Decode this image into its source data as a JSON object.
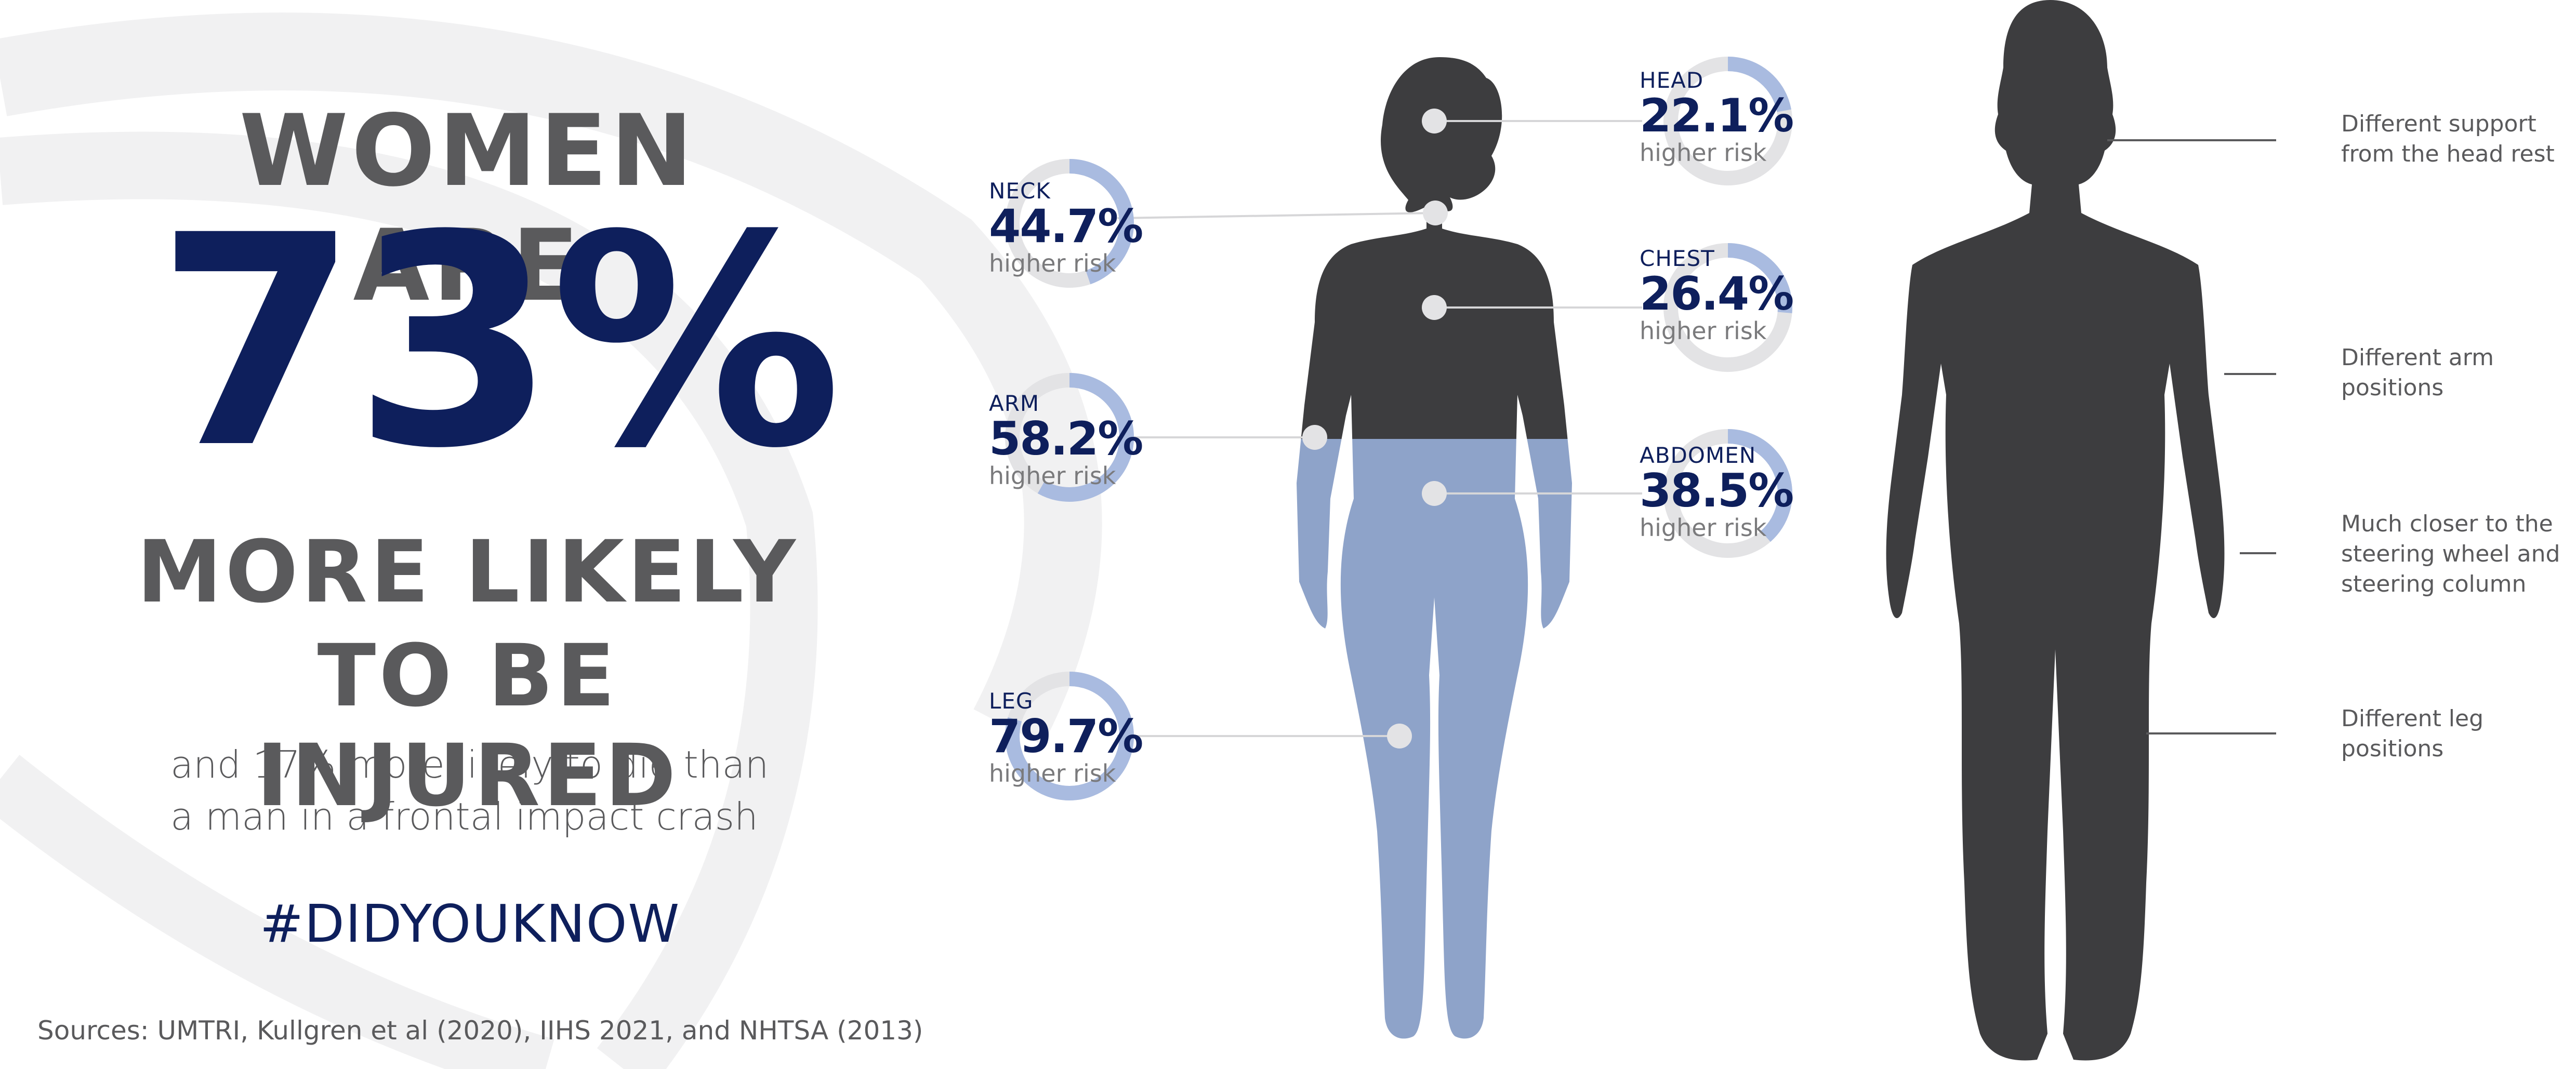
{
  "headline": {
    "line1": "WOMEN ARE",
    "big": "73%",
    "line3": "MORE LIKELY",
    "line4": "TO BE INJURED"
  },
  "subtitle": {
    "line1": "and 17% more likely to die than",
    "line2": "a man in a frontal impact crash"
  },
  "hashtag": "#DIDYOUKNOW",
  "sources": "Sources: UMTRI, Kullgren et al (2020), IIHS 2021, and NHTSA (2013)",
  "body_stats": [
    {
      "label": "HEAD",
      "value": "22.1%",
      "risk": "higher risk",
      "fraction": 0.221
    },
    {
      "label": "NECK",
      "value": "44.7%",
      "risk": "higher risk",
      "fraction": 0.447
    },
    {
      "label": "CHEST",
      "value": "26.4%",
      "risk": "higher risk",
      "fraction": 0.264
    },
    {
      "label": "ARM",
      "value": "58.2%",
      "risk": "higher risk",
      "fraction": 0.582
    },
    {
      "label": "ABDOMEN",
      "value": "38.5%",
      "risk": "higher risk",
      "fraction": 0.385
    },
    {
      "label": "LEG",
      "value": "79.7%",
      "risk": "higher risk",
      "fraction": 0.797
    }
  ],
  "male_notes": [
    {
      "line1": "Different support",
      "line2": "from the head rest"
    },
    {
      "line1": "Different arm",
      "line2": "positions"
    },
    {
      "line1": "Much closer to the",
      "line2": "steering wheel and",
      "line3": "steering column"
    },
    {
      "line1": "Different leg",
      "line2": "positions"
    }
  ],
  "colors": {
    "navy": "#0e1f5c",
    "gray_text": "#5a5a5c",
    "silhouette": "#3d3d3f",
    "blue_fill": "#8ea3c9",
    "ring_blue": "#a9bbe0",
    "ring_gray": "#e3e3e5"
  }
}
